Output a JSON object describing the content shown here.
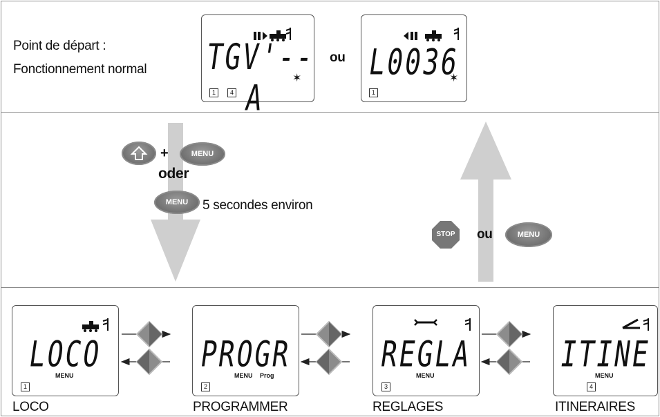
{
  "top": {
    "start_label_1": "Point de départ :",
    "start_label_2": "Fonctionnement normal",
    "or_text": "ou",
    "display_left": {
      "text": "TGV'--A",
      "fn_keys": [
        "1",
        "4"
      ]
    },
    "display_right": {
      "text": "L0036",
      "fn_keys": [
        "1"
      ]
    }
  },
  "middle": {
    "plus": "+",
    "menu_label": "MENU",
    "oder": "oder",
    "hold_text": "5 secondes environ",
    "stop_label": "STOP",
    "or_text": "ou"
  },
  "bottom": {
    "screens": [
      {
        "display": "LOCO",
        "menu": "MENU",
        "sub": "",
        "key": "1",
        "caption": "LOCO",
        "icon": "locomotive-icon"
      },
      {
        "display": "PROGR",
        "menu": "MENU",
        "sub": "Prog",
        "key": "2",
        "caption": "PROGRAMMER",
        "icon": ""
      },
      {
        "display": "REGLA",
        "menu": "MENU",
        "sub": "",
        "key": "3",
        "caption": "REGLAGES",
        "icon": "wrench-icon"
      },
      {
        "display": "ITINE",
        "menu": "MENU",
        "sub": "",
        "key": "4",
        "caption": "ITINERAIRES",
        "icon": "turnout-icon"
      }
    ]
  },
  "colors": {
    "button_grey": "#777777",
    "arrow_grey": "#cfcfcf",
    "line": "#8a8a8a"
  }
}
